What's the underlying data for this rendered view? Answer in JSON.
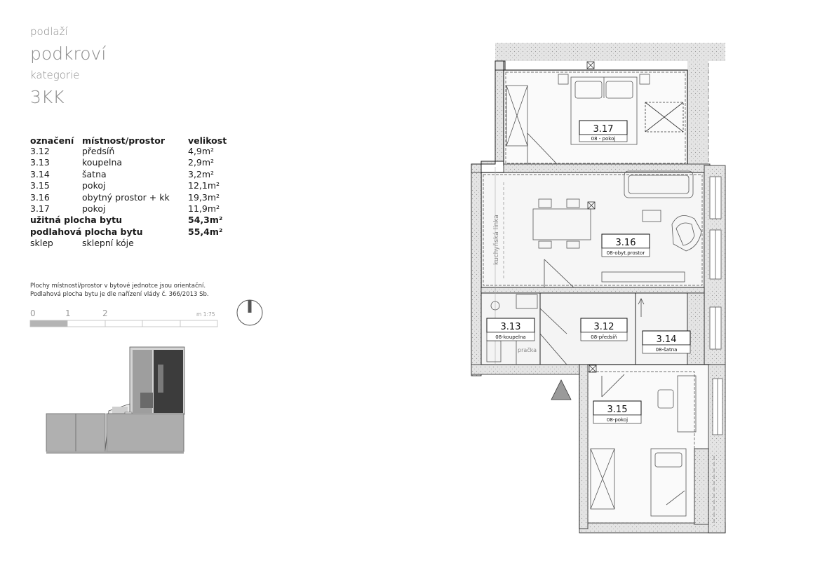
{
  "header": {
    "floor_label": "podlaží",
    "floor_value": "podkroví",
    "category_label": "kategorie",
    "category_value": "3KK"
  },
  "room_table": {
    "headers": [
      "označení",
      "místnost/prostor",
      "velikost"
    ],
    "rows": [
      {
        "id": "3.12",
        "name": "předsíň",
        "size": "4,9m²"
      },
      {
        "id": "3.13",
        "name": "koupelna",
        "size": "2,9m²"
      },
      {
        "id": "3.14",
        "name": "šatna",
        "size": "3,2m²"
      },
      {
        "id": "3.15",
        "name": "pokoj",
        "size": "12,1m²"
      },
      {
        "id": "3.16",
        "name": "obytný prostor + kk",
        "size": "19,3m²"
      },
      {
        "id": "3.17",
        "name": "pokoj",
        "size": "11,9m²"
      }
    ],
    "totals": [
      {
        "label": "užitná plocha bytu",
        "size": "54,3m²"
      },
      {
        "label": "podlahová plocha bytu",
        "size": "55,4m²"
      }
    ],
    "cellar": {
      "id": "sklep",
      "name": "sklepní kóje"
    }
  },
  "note": {
    "line1": "Plochy místností/prostor v bytové jednotce jsou orientační.",
    "line2": "Podlahová plocha bytu je dle nařízení vlády č. 366/2013 Sb."
  },
  "scale_bar": {
    "ticks": [
      "0",
      "1",
      "2"
    ],
    "ratio": "m 1:75"
  },
  "plan_labels": {
    "r317": {
      "num": "3.17",
      "desc": "08 - pokoj"
    },
    "r316": {
      "num": "3.16",
      "desc": "08-obyt.prostor"
    },
    "r313": {
      "num": "3.13",
      "desc": "08-koupelna"
    },
    "r312": {
      "num": "3.12",
      "desc": "08-předsíň"
    },
    "r314": {
      "num": "3.14",
      "desc": "08-šatna"
    },
    "r315": {
      "num": "3.15",
      "desc": "08-pokoj"
    },
    "kitchen": "kuchyňská linka",
    "washer": "pračka"
  }
}
